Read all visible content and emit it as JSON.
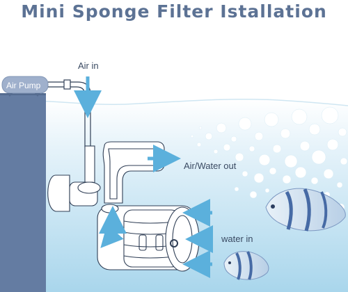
{
  "title": "Mini Sponge Filter Istallation",
  "labels": {
    "air_pump": "Air Pump",
    "air_in": "Air in",
    "air_water_out": "Air/Water out",
    "water_in": "water in"
  },
  "colors": {
    "title": "#5c7294",
    "tank_wall": "#647ca2",
    "air_pump": "#9fb0cc",
    "water_top": "#ffffff",
    "water_bottom": "#a9d6ec",
    "bubble": "#ffffff",
    "outline": "#2f3e55",
    "arrow": "#5bb0dc"
  },
  "icons": [
    "air-pump-icon",
    "sponge-filter-icon",
    "fish-icon",
    "bubble-icon",
    "arrow-icon"
  ]
}
